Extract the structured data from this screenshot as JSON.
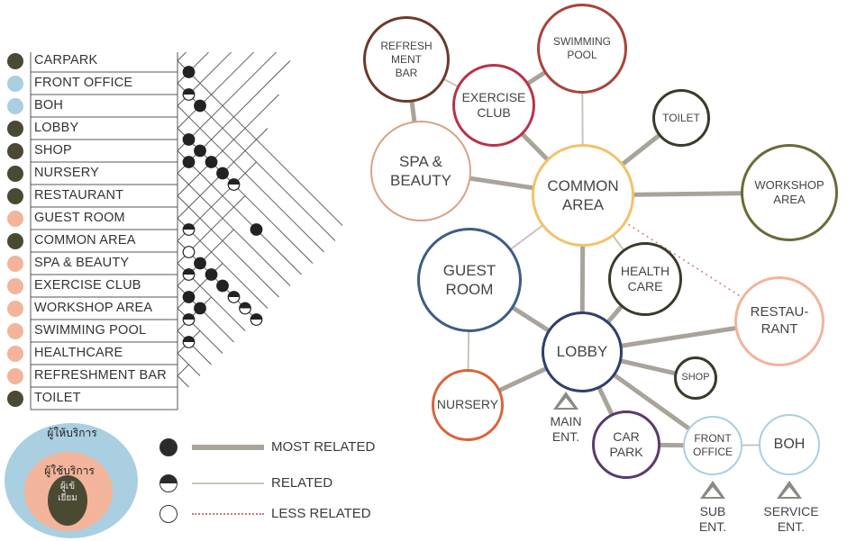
{
  "matrix": {
    "rows": [
      {
        "label": "CARPARK",
        "color": "#4a4a33"
      },
      {
        "label": "FRONT OFFICE",
        "color": "#a9cfe0"
      },
      {
        "label": "BOH",
        "color": "#a9cfe0"
      },
      {
        "label": "LOBBY",
        "color": "#4a4a33"
      },
      {
        "label": "SHOP",
        "color": "#4a4a33"
      },
      {
        "label": "NURSERY",
        "color": "#4a4a33"
      },
      {
        "label": "RESTAURANT",
        "color": "#4a4a33"
      },
      {
        "label": "GUEST ROOM",
        "color": "#f2b49a"
      },
      {
        "label": "COMMON AREA",
        "color": "#4a4a33"
      },
      {
        "label": "SPA & BEAUTY",
        "color": "#f2b49a"
      },
      {
        "label": "EXERCISE CLUB",
        "color": "#f2b49a"
      },
      {
        "label": "WORKSHOP AREA",
        "color": "#f2b49a"
      },
      {
        "label": "SWIMMING POOL",
        "color": "#f2b49a"
      },
      {
        "label": "HEALTHCARE",
        "color": "#f2b49a"
      },
      {
        "label": "REFRESHMENT BAR",
        "color": "#f2b49a"
      },
      {
        "label": "TOILET",
        "color": "#4a4a33"
      }
    ],
    "marks": [
      {
        "a": 0,
        "b": 1,
        "level": "most"
      },
      {
        "a": 1,
        "b": 2,
        "level": "related"
      },
      {
        "a": 1,
        "b": 3,
        "level": "most"
      },
      {
        "a": 3,
        "b": 4,
        "level": "most"
      },
      {
        "a": 3,
        "b": 5,
        "level": "most"
      },
      {
        "a": 3,
        "b": 6,
        "level": "most"
      },
      {
        "a": 3,
        "b": 7,
        "level": "most"
      },
      {
        "a": 4,
        "b": 5,
        "level": "most"
      },
      {
        "a": 3,
        "b": 8,
        "level": "related"
      },
      {
        "a": 7,
        "b": 8,
        "level": "related"
      },
      {
        "a": 8,
        "b": 9,
        "level": "less"
      },
      {
        "a": 8,
        "b": 10,
        "level": "most"
      },
      {
        "a": 8,
        "b": 11,
        "level": "most"
      },
      {
        "a": 8,
        "b": 12,
        "level": "most"
      },
      {
        "a": 8,
        "b": 13,
        "level": "related"
      },
      {
        "a": 8,
        "b": 14,
        "level": "related"
      },
      {
        "a": 8,
        "b": 15,
        "level": "related"
      },
      {
        "a": 9,
        "b": 10,
        "level": "related"
      },
      {
        "a": 10,
        "b": 11,
        "level": "most"
      },
      {
        "a": 10,
        "b": 12,
        "level": "most"
      },
      {
        "a": 11,
        "b": 12,
        "level": "related"
      },
      {
        "a": 12,
        "b": 13,
        "level": "related"
      },
      {
        "a": 4,
        "b": 11,
        "level": "most"
      }
    ]
  },
  "zones_legend": {
    "outer_label": "ผู้ให้บริการ",
    "middle_label": "ผู้ใช้บริการ",
    "inner_label": "ผู้เข้\nเยี่ยม",
    "outer_color": "#a9cfe0",
    "middle_color": "#f2b49a",
    "inner_color": "#4a4a33"
  },
  "relation_legend": {
    "most": "MOST RELATED",
    "related": "RELATED",
    "less": "LESS RELATED"
  },
  "bubbles": [
    {
      "id": "refresh",
      "label": "REFRESH\nMENT\nBAR",
      "color": "#6b3a2a"
    },
    {
      "id": "swim",
      "label": "SWIMMING\nPOOL",
      "color": "#a8443a"
    },
    {
      "id": "exercise",
      "label": "EXERCISE\nCLUB",
      "color": "#b8324a"
    },
    {
      "id": "toilet",
      "label": "TOILET",
      "color": "#3a3a2a"
    },
    {
      "id": "spa",
      "label": "SPA &\nBEAUTY",
      "color": "#d7a385"
    },
    {
      "id": "common",
      "label": "COMMON\nAREA",
      "color": "#f2c26a"
    },
    {
      "id": "workshop",
      "label": "WORKSHOP\nAREA",
      "color": "#6b6a3a"
    },
    {
      "id": "guest",
      "label": "GUEST\nROOM",
      "color": "#3f5c85"
    },
    {
      "id": "health",
      "label": "HEALTH\nCARE",
      "color": "#3a3a2a"
    },
    {
      "id": "restau",
      "label": "RESTAU-\nRANT",
      "color": "#f2b49a"
    },
    {
      "id": "lobby",
      "label": "LOBBY",
      "color": "#2f3f6a"
    },
    {
      "id": "shop",
      "label": "SHOP",
      "color": "#3a3a2a"
    },
    {
      "id": "nursery",
      "label": "NURSERY",
      "color": "#d9643a"
    },
    {
      "id": "carpark",
      "label": "CAR\nPARK",
      "color": "#5a3a6a"
    },
    {
      "id": "front",
      "label": "FRONT\nOFFICE",
      "color": "#a9cfe0"
    },
    {
      "id": "boh",
      "label": "BOH",
      "color": "#a9cfe0"
    }
  ],
  "links": [
    {
      "a": "refresh",
      "b": "spa",
      "level": "most"
    },
    {
      "a": "refresh",
      "b": "exercise",
      "level": "related"
    },
    {
      "a": "swim",
      "b": "exercise",
      "level": "most"
    },
    {
      "a": "swim",
      "b": "common",
      "level": "related"
    },
    {
      "a": "exercise",
      "b": "common",
      "level": "most"
    },
    {
      "a": "toilet",
      "b": "common",
      "level": "most"
    },
    {
      "a": "spa",
      "b": "common",
      "level": "most"
    },
    {
      "a": "common",
      "b": "workshop",
      "level": "most"
    },
    {
      "a": "common",
      "b": "guest",
      "level": "related"
    },
    {
      "a": "common",
      "b": "health",
      "level": "related"
    },
    {
      "a": "common",
      "b": "lobby",
      "level": "most"
    },
    {
      "a": "common",
      "b": "restau",
      "level": "less"
    },
    {
      "a": "guest",
      "b": "lobby",
      "level": "most"
    },
    {
      "a": "guest",
      "b": "nursery",
      "level": "related"
    },
    {
      "a": "health",
      "b": "lobby",
      "level": "most"
    },
    {
      "a": "lobby",
      "b": "restau",
      "level": "most"
    },
    {
      "a": "lobby",
      "b": "shop",
      "level": "most"
    },
    {
      "a": "lobby",
      "b": "nursery",
      "level": "most"
    },
    {
      "a": "lobby",
      "b": "carpark",
      "level": "most"
    },
    {
      "a": "lobby",
      "b": "front",
      "level": "most"
    },
    {
      "a": "carpark",
      "b": "front",
      "level": "most"
    },
    {
      "a": "front",
      "b": "boh",
      "level": "related"
    }
  ],
  "entrances": [
    {
      "id": "main",
      "label": "MAIN\nENT."
    },
    {
      "id": "sub",
      "label": "SUB\nENT."
    },
    {
      "id": "service",
      "label": "SERVICE\nENT."
    }
  ],
  "colors": {
    "line_most": "#a9a49a",
    "line_related": "#c9c4bb",
    "line_less": "#c87a7a",
    "grid": "#555555"
  }
}
